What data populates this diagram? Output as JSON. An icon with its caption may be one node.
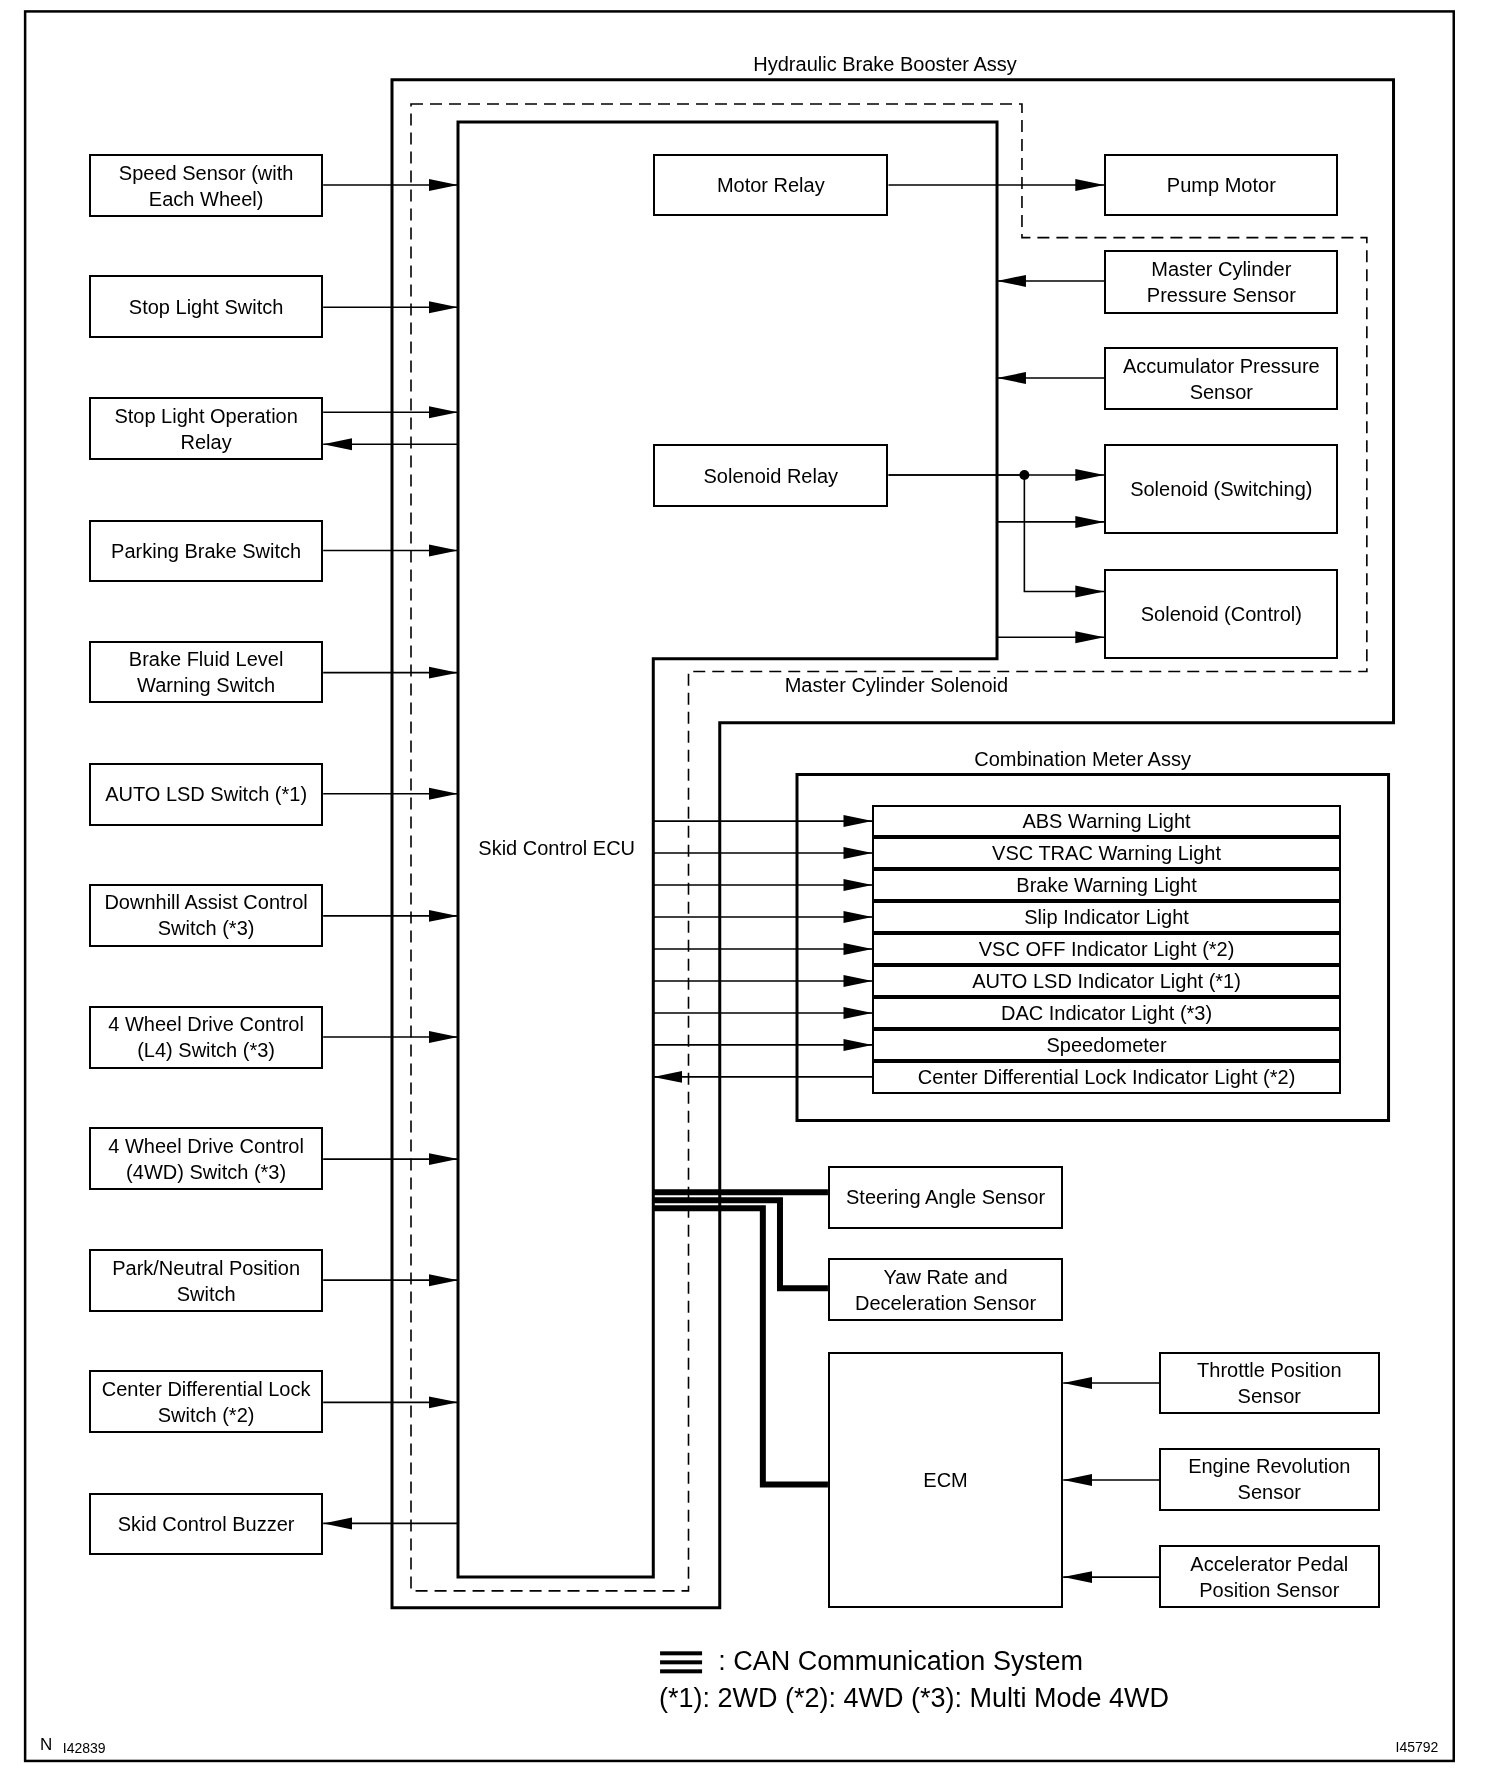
{
  "diagram": {
    "nodes": [
      {
        "text": [
          "Hydraulic Brake Booster Assy"
        ]
      },
      {
        "text": [
          "Master Cylinder Solenoid"
        ],
        "in": 0
      },
      {
        "text": [
          "Skid Control ECU"
        ],
        "in": 1
      },
      {
        "text": [
          "Motor Relay"
        ],
        "in": 2
      },
      {
        "text": [
          "Solenoid Relay"
        ],
        "in": 2
      },
      {
        "text": [
          "Pump Motor"
        ],
        "in": 0
      },
      {
        "text": [
          "Master Cylinder Pressure Sensor"
        ],
        "in": 1
      },
      {
        "text": [
          "Accumulator Pressure Sensor"
        ],
        "in": 1
      },
      {
        "text": [
          "Solenoid (Switching)"
        ],
        "in": 1
      },
      {
        "text": [
          "Solenoid (Control)"
        ],
        "in": 1
      },
      {
        "text": [
          "Speed Sensor (with Each Wheel)"
        ]
      },
      {
        "text": [
          "Stop Light Switch"
        ]
      },
      {
        "text": [
          "Stop Light Operation Relay"
        ]
      },
      {
        "text": [
          "Parking Brake Switch"
        ]
      },
      {
        "text": [
          "Brake Fluid Level Warning Switch"
        ]
      },
      {
        "text": [
          "AUTO LSD Switch (*1)"
        ]
      },
      {
        "text": [
          "Downhill Assist Control Switch (*3)"
        ]
      },
      {
        "text": [
          "4 Wheel Drive Control (L4) Switch (*3)"
        ]
      },
      {
        "text": [
          "4 Wheel Drive Control (4WD) Switch (*3)"
        ]
      },
      {
        "text": [
          "Park/Neutral Position Switch"
        ]
      },
      {
        "text": [
          "Center Differential Lock Switch (*2)"
        ]
      },
      {
        "text": [
          "Skid Control Buzzer"
        ]
      },
      {
        "text": [
          "Combination Meter Assy"
        ]
      },
      {
        "text": [
          "ABS Warning Light"
        ],
        "in": 22
      },
      {
        "text": [
          "VSC TRAC Warning Light"
        ],
        "in": 22
      },
      {
        "text": [
          "Brake Warning Light"
        ],
        "in": 22
      },
      {
        "text": [
          "Slip Indicator Light"
        ],
        "in": 22
      },
      {
        "text": [
          "VSC OFF Indicator Light (*2)"
        ],
        "in": 22
      },
      {
        "text": [
          "AUTO LSD Indicator Light (*1)"
        ],
        "in": 22
      },
      {
        "text": [
          "DAC Indicator Light (*3)"
        ],
        "in": 22
      },
      {
        "text": [
          "Speedometer"
        ],
        "in": 22
      },
      {
        "text": [
          "Center Differential Lock Indicator Light (*2)"
        ],
        "in": 22
      },
      {
        "text": [
          "Steering Angle Sensor"
        ]
      },
      {
        "text": [
          "Yaw Rate and Deceleration Sensor"
        ]
      },
      {
        "text": [
          "ECM"
        ]
      },
      {
        "text": [
          "Throttle Position Sensor"
        ]
      },
      {
        "text": [
          "Engine Revolution Sensor"
        ]
      },
      {
        "text": [
          "Accelerator Pedal Position Sensor"
        ]
      }
    ],
    "edges": [
      {
        "from": 10,
        "to": 2,
        "arrow": "to"
      },
      {
        "from": 11,
        "to": 2,
        "arrow": "to"
      },
      {
        "from": 12,
        "to": 2,
        "arrow": "to"
      },
      {
        "from": 2,
        "to": 12,
        "arrow": "to"
      },
      {
        "from": 13,
        "to": 2,
        "arrow": "to"
      },
      {
        "from": 14,
        "to": 2,
        "arrow": "to"
      },
      {
        "from": 15,
        "to": 2,
        "arrow": "to"
      },
      {
        "from": 16,
        "to": 2,
        "arrow": "to"
      },
      {
        "from": 17,
        "to": 2,
        "arrow": "to"
      },
      {
        "from": 18,
        "to": 2,
        "arrow": "to"
      },
      {
        "from": 19,
        "to": 2,
        "arrow": "to"
      },
      {
        "from": 20,
        "to": 2,
        "arrow": "to"
      },
      {
        "from": 2,
        "to": 21,
        "arrow": "to"
      },
      {
        "from": 3,
        "to": 5,
        "arrow": "to"
      },
      {
        "from": 6,
        "to": 2,
        "arrow": "to"
      },
      {
        "from": 7,
        "to": 2,
        "arrow": "to"
      },
      {
        "from": 4,
        "to": 8,
        "arrow": "to"
      },
      {
        "from": 4,
        "to": 9,
        "arrow": "to"
      },
      {
        "from": 2,
        "to": 8,
        "arrow": "to"
      },
      {
        "from": 2,
        "to": 9,
        "arrow": "to"
      },
      {
        "from": 2,
        "to": 23,
        "arrow": "to"
      },
      {
        "from": 2,
        "to": 24,
        "arrow": "to"
      },
      {
        "from": 2,
        "to": 25,
        "arrow": "to"
      },
      {
        "from": 2,
        "to": 26,
        "arrow": "to"
      },
      {
        "from": 2,
        "to": 27,
        "arrow": "to"
      },
      {
        "from": 2,
        "to": 28,
        "arrow": "to"
      },
      {
        "from": 2,
        "to": 29,
        "arrow": "to"
      },
      {
        "from": 2,
        "to": 30,
        "arrow": "to"
      },
      {
        "from": 31,
        "to": 2,
        "arrow": "to"
      },
      {
        "from": 2,
        "to": 32,
        "arrow": "none",
        "style": "thick"
      },
      {
        "from": 2,
        "to": 33,
        "arrow": "none",
        "style": "thick"
      },
      {
        "from": 2,
        "to": 34,
        "arrow": "none",
        "style": "thick"
      },
      {
        "from": 35,
        "to": 34,
        "arrow": "to"
      },
      {
        "from": 36,
        "to": 34,
        "arrow": "to"
      },
      {
        "from": 37,
        "to": 34,
        "arrow": "to"
      }
    ],
    "labels": [
      "(*1): 2WD (*2): 4WD (*3): Multi Mode 4WD",
      "N",
      "I42839",
      "I45792"
    ],
    "legend": [
      {
        "text": ": CAN Communication System"
      }
    ]
  }
}
